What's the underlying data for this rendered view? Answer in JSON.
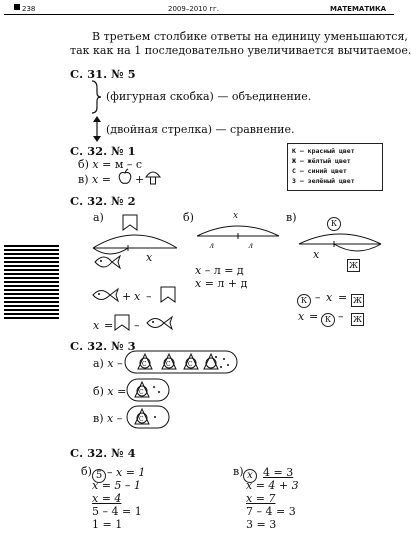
{
  "header": {
    "page_number": "238",
    "years": "2009–2010 гг.",
    "subject": "МАТЕМАТИКА"
  },
  "intro": {
    "line1": "В третьем столбике ответы на единицу уменьшаются,",
    "line2": "так как на 1 последовательно увеличивается вычитаемое."
  },
  "s31_5": {
    "heading": "С. 31. № 5",
    "brace_text": "(фигурная скобка) — объединение.",
    "arrow_text": "(двойная стрелка) — сравнение."
  },
  "s32_1": {
    "heading": "С. 32. № 1",
    "b_label": "б)",
    "b_text": "= м – с",
    "v_label": "в)",
    "v_text": "=",
    "plus": "+"
  },
  "legend": {
    "lines": [
      "К — красный цвет",
      "Ж — жёлтый цвет",
      "С — синий цвет",
      "З — зелёный цвет"
    ]
  },
  "s32_2": {
    "heading": "С. 32. № 2",
    "a_label": "а)",
    "b_label": "б)",
    "v_label": "в)",
    "x": "x",
    "l": "л",
    "b_eq1": "– л = д",
    "b_eq2": "=  л + д",
    "a_eq1": "+",
    "a_eq1b": "–",
    "a_eq2_eq": "=",
    "a_eq2_minus": "–",
    "v_K": "К",
    "v_Zh": "Ж",
    "v_eq1_minus": "–",
    "v_eq1_eq": "=",
    "v_eq2_eq": "=",
    "v_eq2_minus": "–"
  },
  "s32_3": {
    "heading": "С. 32. № 3",
    "a_label": "а)",
    "b_label": "б)",
    "v_label": "в)",
    "minus": "–",
    "eq": "=",
    "C": "С"
  },
  "s32_4": {
    "heading": "С. 32. № 4",
    "b_label": "б)",
    "b_circle": "5",
    "b_lines": [
      "– x = 1",
      "x = 5 – 1",
      "x = 4",
      "5 – 4 = 1",
      "1 = 1"
    ],
    "v_label": "в)",
    "v_circle": "x",
    "v_lines": [
      "4 = 3",
      "x = 4 + 3",
      "x = 7",
      "7 – 4 = 3",
      "3 = 3"
    ]
  }
}
